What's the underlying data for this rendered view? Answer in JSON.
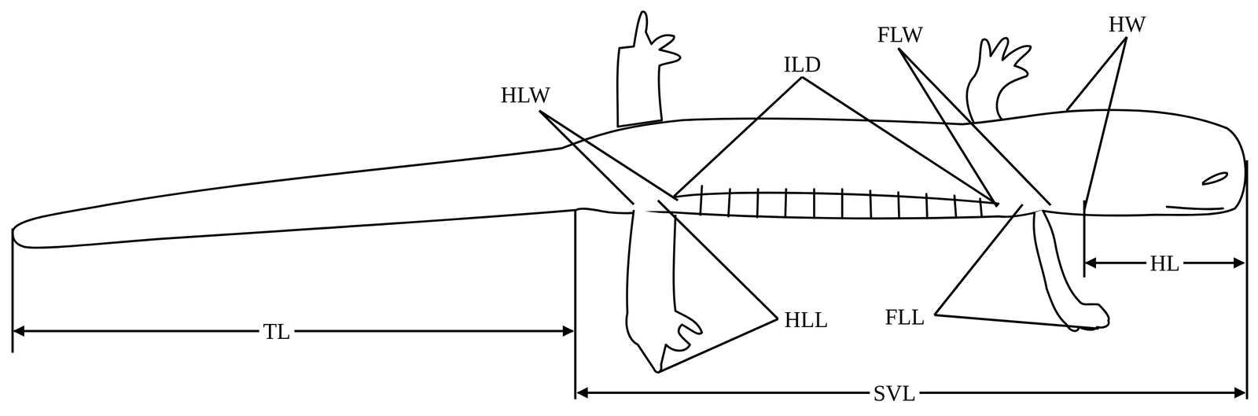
{
  "diagram": {
    "labels": [
      "HLW",
      "ILD",
      "FLW",
      "HW",
      "HLL",
      "FLL",
      "HL",
      "TL",
      "SVL"
    ]
  }
}
